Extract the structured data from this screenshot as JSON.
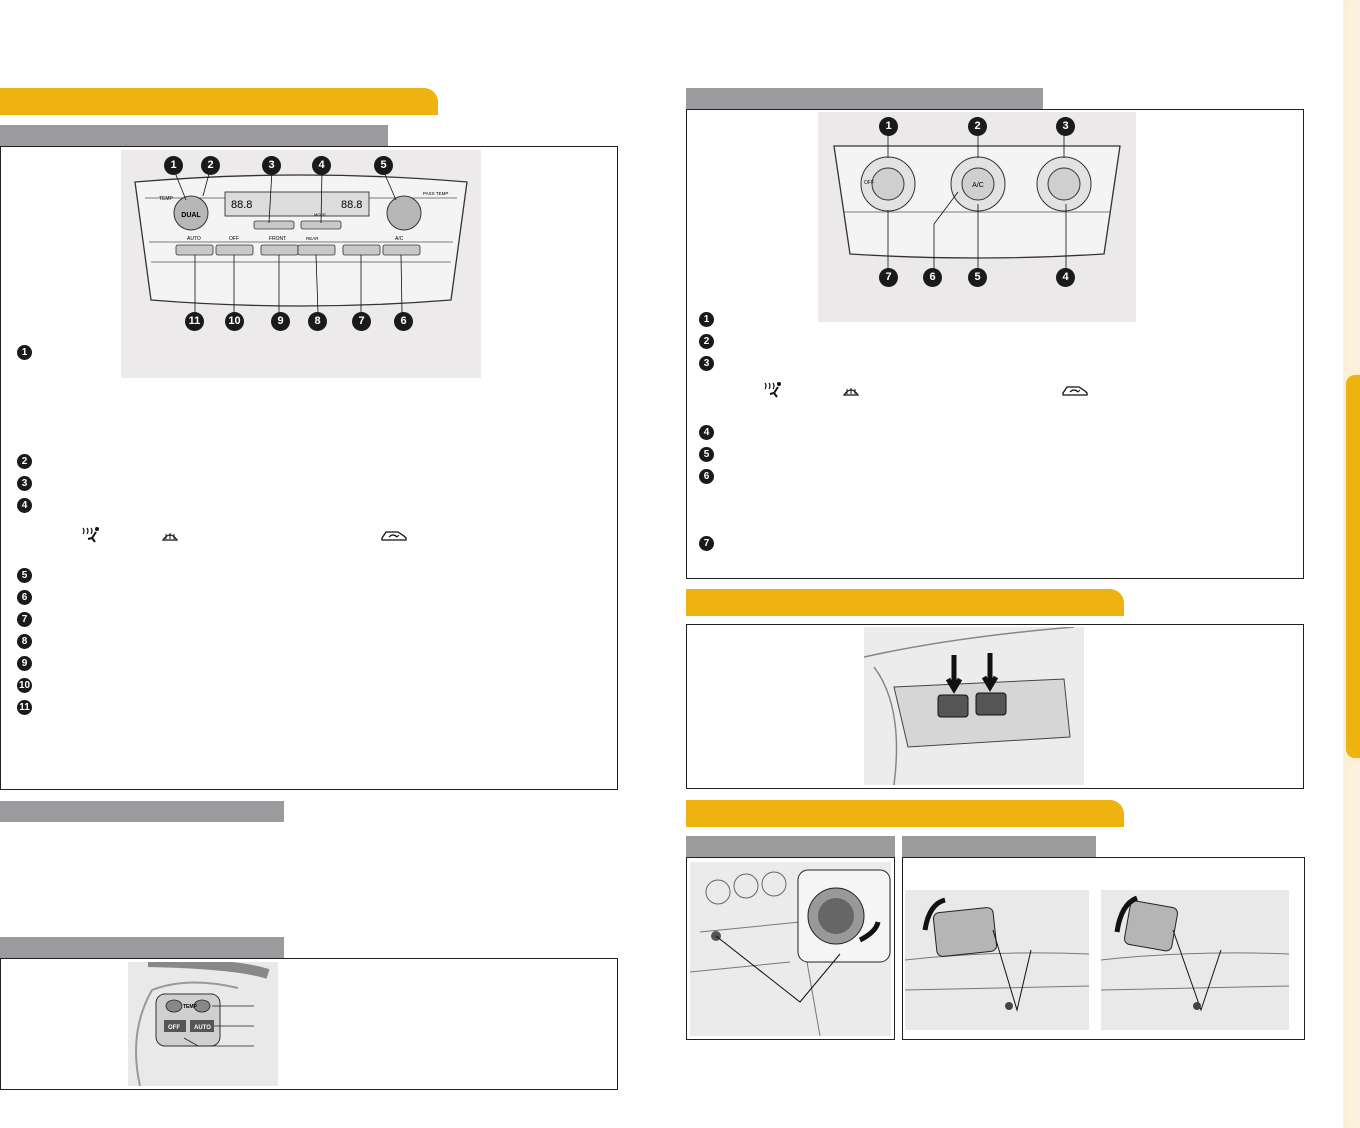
{
  "left": {
    "panel_callouts": [
      "1",
      "2",
      "3",
      "4",
      "5",
      "6",
      "7",
      "8",
      "9",
      "10",
      "11"
    ],
    "panel_labels": {
      "temp": "TEMP",
      "dual": "DUAL",
      "pass_temp": "PASS TEMP",
      "lcd_left": "88.8",
      "lcd_right": "88.8",
      "mode": "MODE",
      "auto": "AUTO",
      "off": "OFF",
      "front": "FRONT",
      "rear": "REAR",
      "ac": "A/C"
    },
    "list_numbers": [
      "1",
      "2",
      "3",
      "4",
      "5",
      "6",
      "7",
      "8",
      "9",
      "10",
      "11"
    ],
    "steering_labels": {
      "temp": "TEMP",
      "off": "OFF",
      "auto": "AUTO"
    }
  },
  "right": {
    "knob_callouts_top": [
      "1",
      "2",
      "3"
    ],
    "knob_callouts_bottom": [
      "7",
      "6",
      "5",
      "4"
    ],
    "knob_labels": {
      "off": "OFF",
      "ac": "A/C"
    },
    "list_numbers": [
      "1",
      "2",
      "3",
      "4",
      "5",
      "6",
      "7"
    ]
  },
  "icons": [
    "vent-foot-icon",
    "front-defrost-icon",
    "recirculate-icon",
    "rear-defrost-icon",
    "seat-heater-icon",
    "arrow-down-icon",
    "arrow-curved-icon"
  ],
  "colors": {
    "gold": "#eeb211",
    "gray_header": "#9b9a9c",
    "border": "#231f20",
    "side_strip": "#fbefd6"
  }
}
